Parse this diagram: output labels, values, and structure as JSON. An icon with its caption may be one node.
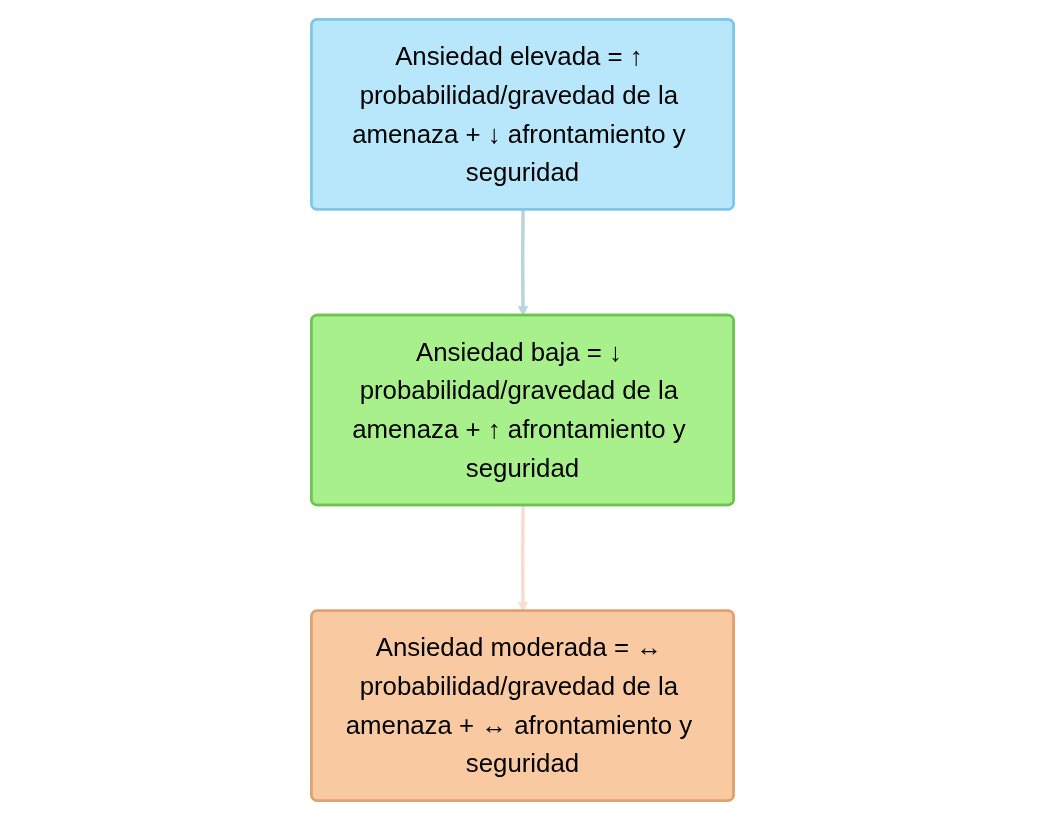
{
  "diagram": {
    "nodes": [
      {
        "text": [
          "Ansiedad elevada = ↑ probabilidad/gravedad de la amenaza + ↓ afrontamiento y seguridad"
        ]
      },
      {
        "text": [
          "Ansiedad baja = ↓ probabilidad/gravedad de la amenaza + ↑ afrontamiento y seguridad"
        ]
      },
      {
        "text": [
          "Ansiedad moderada = ↔ probabilidad/gravedad de la amenaza + ↔ afrontamiento y seguridad"
        ]
      }
    ],
    "edges": [
      {
        "from": 0,
        "to": 1,
        "arrow": "to",
        "color": "#b9d4dc"
      },
      {
        "from": 1,
        "to": 2,
        "arrow": "to",
        "color": "#f6ddd0"
      }
    ]
  }
}
